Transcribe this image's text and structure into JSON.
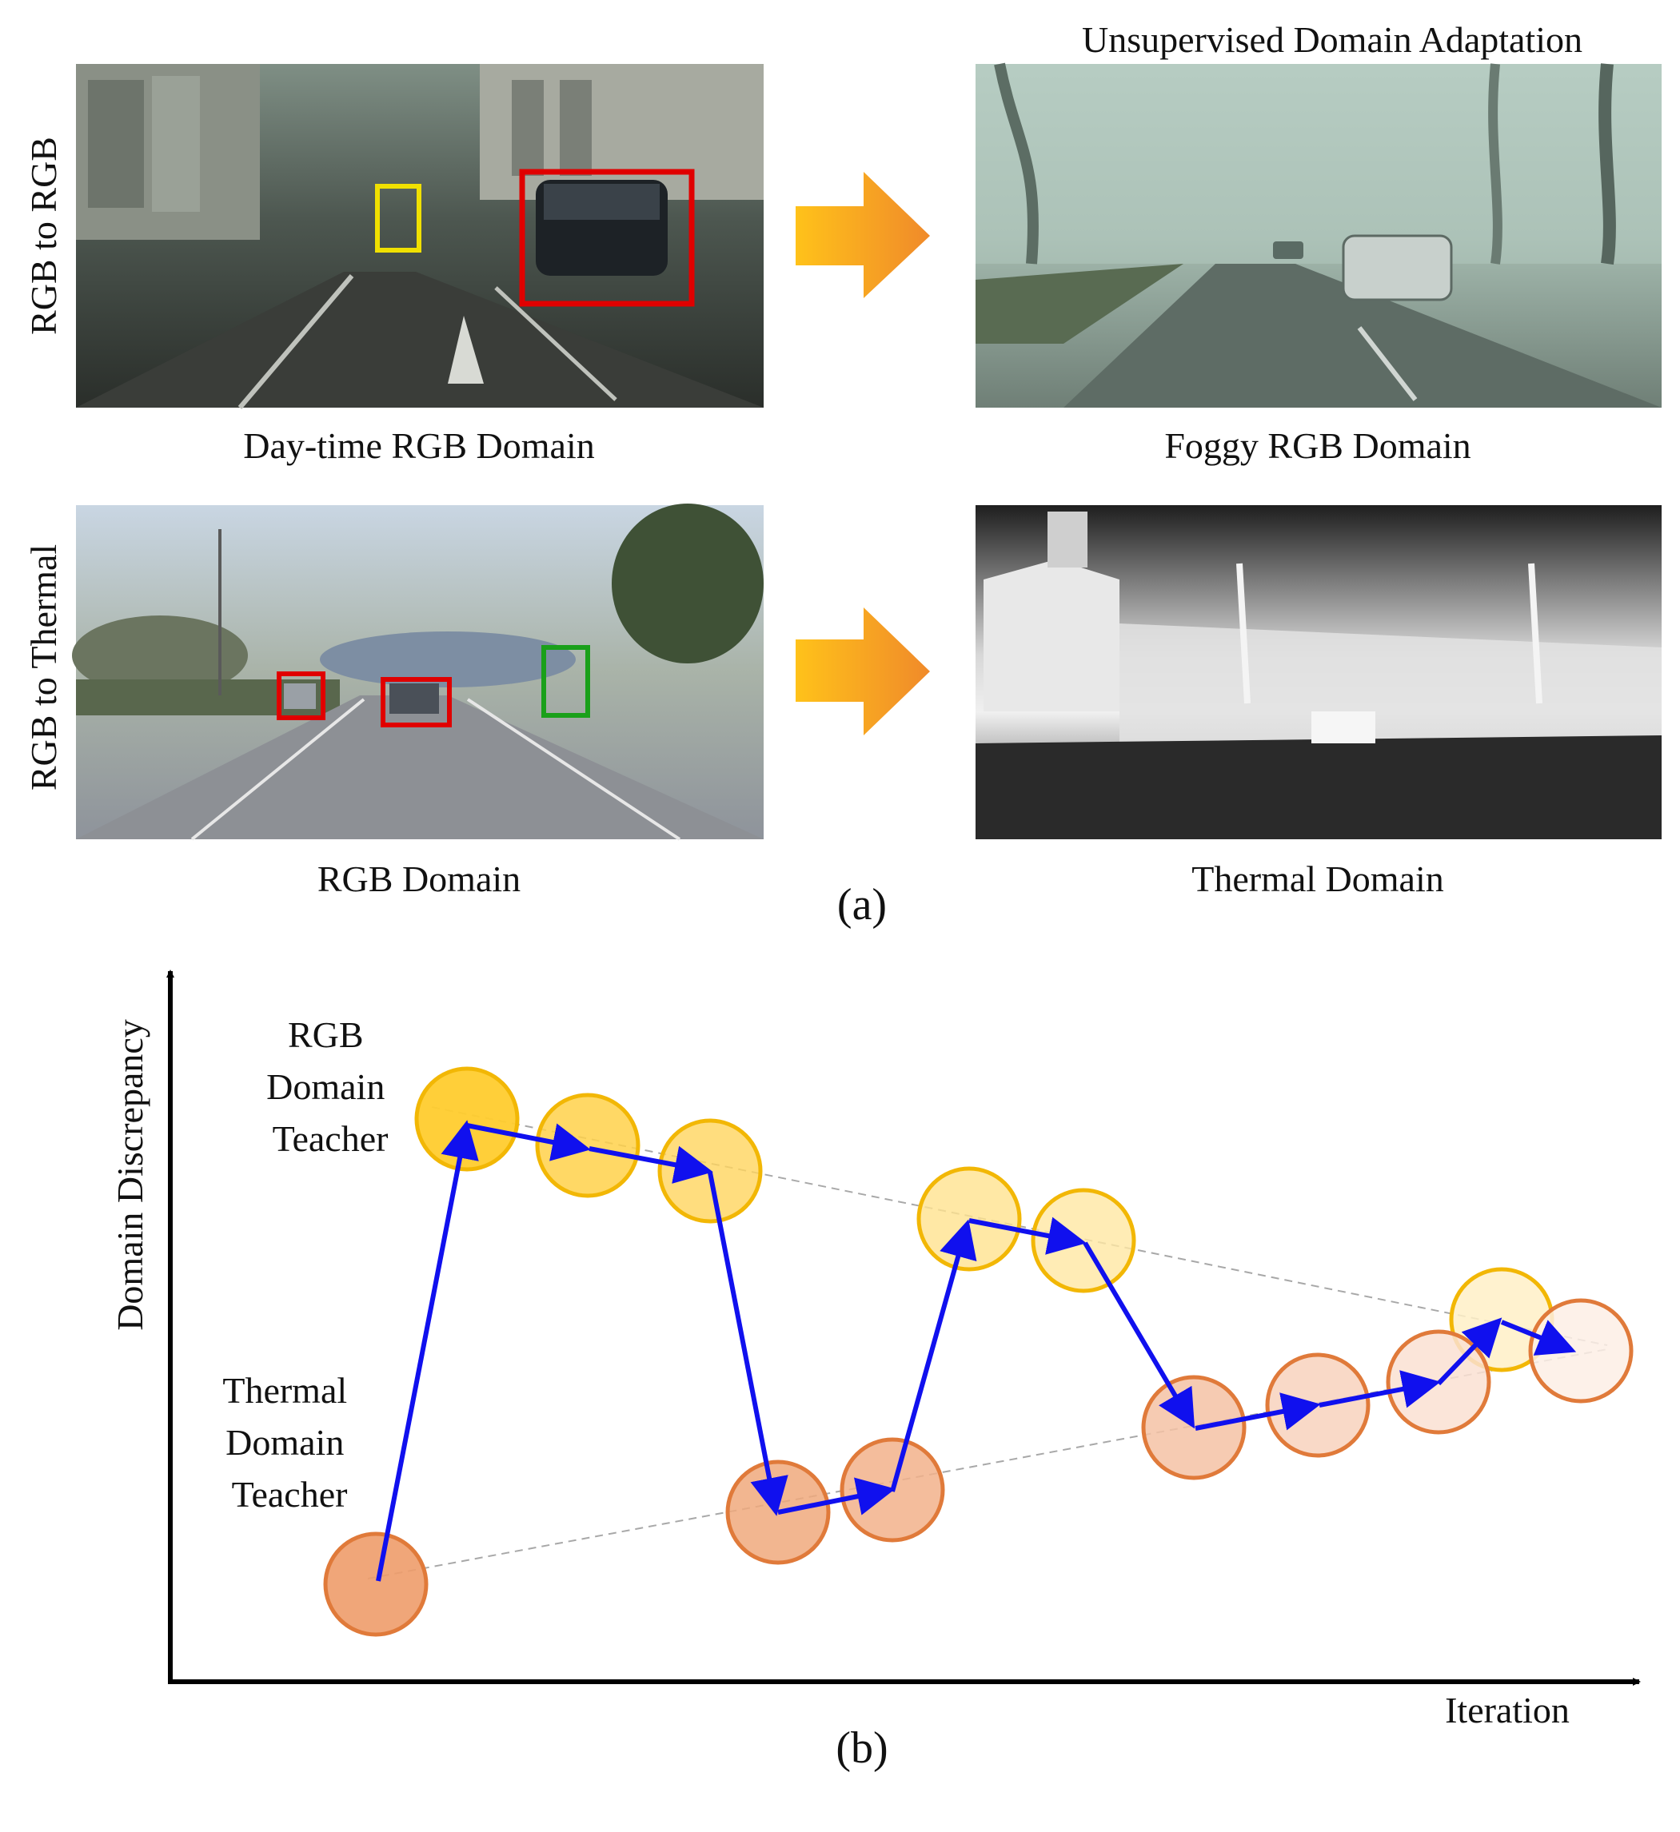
{
  "panel_a": {
    "title": "Unsupervised Domain Adaptation",
    "row1_label": "RGB to RGB",
    "row2_label": "RGB to Thermal",
    "captions": {
      "daytime": "Day-time RGB Domain",
      "foggy": "Foggy RGB Domain",
      "rgb": "RGB Domain",
      "thermal": "Thermal Domain"
    },
    "subfig_label": "(a)"
  },
  "panel_b": {
    "ylabel": "Domain Discrepancy",
    "xlabel": "Iteration",
    "rgb_teacher_label": [
      "RGB",
      "Domain",
      "Teacher"
    ],
    "thermal_teacher_label": [
      "Thermal",
      "Domain",
      "Teacher"
    ],
    "subfig_label": "(b)"
  },
  "colors": {
    "arrow_blue": "#1010ee",
    "rgb_teacher_stroke": "#f2b705",
    "thermal_teacher_stroke": "#e07a3a",
    "red_box": "#e00000",
    "yellow_box": "#f0e000",
    "green_box": "#1aa01a"
  }
}
